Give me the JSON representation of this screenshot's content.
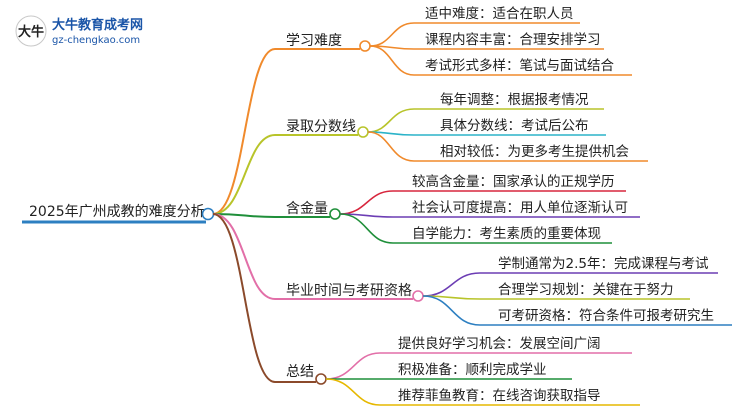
{
  "logo": {
    "title": "大牛教育成考网",
    "url": "gz-chengkao.com",
    "mark_text": "大牛"
  },
  "root": {
    "label": "2025年广州成教的难度分析",
    "color": "#2d7fc1"
  },
  "branches": [
    {
      "label": "学习难度",
      "color": "#f08a2c",
      "leaves": [
        {
          "label": "适中难度：适合在职人员",
          "color": "#f08a2c"
        },
        {
          "label": "课程内容丰富：合理安排学习",
          "color": "#f08a2c"
        },
        {
          "label": "考试形式多样：笔试与面试结合",
          "color": "#f08a2c"
        }
      ]
    },
    {
      "label": "录取分数线",
      "color": "#b8c42a",
      "leaves": [
        {
          "label": "每年调整：根据报考情况",
          "color": "#b8c42a"
        },
        {
          "label": "具体分数线：考试后公布",
          "color": "#2bb3c9"
        },
        {
          "label": "相对较低：为更多考生提供机会",
          "color": "#f08a2c"
        }
      ]
    },
    {
      "label": "含金量",
      "color": "#1f8f3a",
      "leaves": [
        {
          "label": "较高含金量：国家承认的正规学历",
          "color": "#d7263d"
        },
        {
          "label": "社会认可度提高：用人单位逐渐认可",
          "color": "#6c3db4"
        },
        {
          "label": "自学能力：考生素质的重要体现",
          "color": "#1f8f3a"
        }
      ]
    },
    {
      "label": "毕业时间与考研资格",
      "color": "#e26fa8",
      "leaves": [
        {
          "label": "学制通常为2.5年：完成课程与考试",
          "color": "#6c3db4"
        },
        {
          "label": "合理学习规划：关键在于努力",
          "color": "#b8c42a"
        },
        {
          "label": "可考研资格：符合条件可报考研究生",
          "color": "#2d7fc1"
        }
      ]
    },
    {
      "label": "总结",
      "color": "#8b4a2b",
      "leaves": [
        {
          "label": "提供良好学习机会：发展空间广阔",
          "color": "#e26fa8"
        },
        {
          "label": "积极准备：顺利完成学业",
          "color": "#1f8f3a"
        },
        {
          "label": "推荐菲鱼教育：在线咨询获取指导",
          "color": "#e6b800"
        }
      ]
    }
  ]
}
